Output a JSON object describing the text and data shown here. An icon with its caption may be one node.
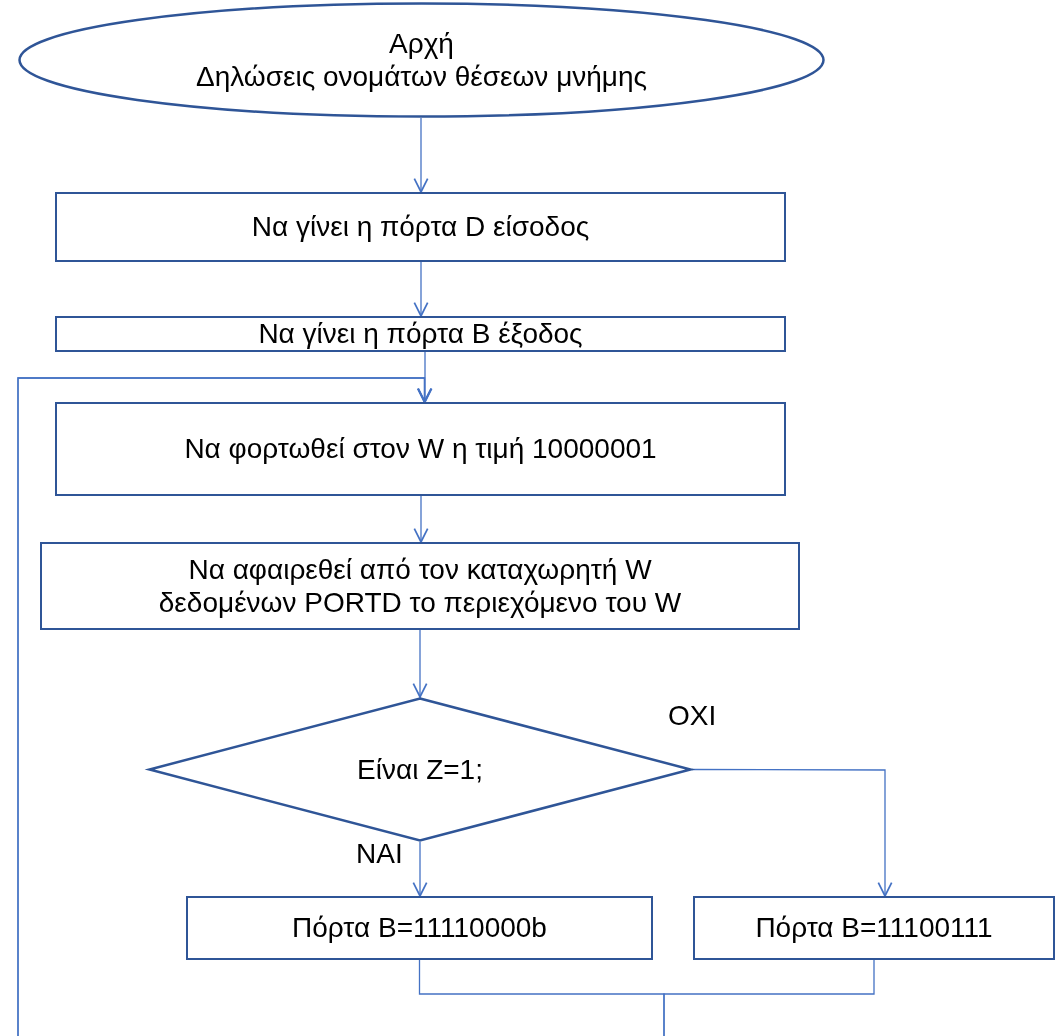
{
  "diagram": {
    "nodes": [
      {
        "text": [
          "Αρχή",
          "Δηλώσεις ονομάτων θέσεων μνήμης"
        ]
      },
      {
        "text": [
          "Να γίνει η πόρτα D είσοδος"
        ]
      },
      {
        "text": [
          "Να γίνει η πόρτα B έξοδος"
        ]
      },
      {
        "text": [
          "Να φορτωθεί στον W η τιμή 10000001"
        ]
      },
      {
        "text": [
          "Να αφαιρεθεί από τον καταχωρητή W δεδομένων PORTD το περιεχόμενο του W"
        ]
      },
      {
        "text": [
          "Είναι Z=1;"
        ]
      },
      {
        "text": [
          "Πόρτα B=11110000b"
        ]
      },
      {
        "text": [
          "Πόρτα B=11100111"
        ]
      }
    ],
    "edges": [
      {
        "from": 0,
        "to": 1,
        "arrow": "to"
      },
      {
        "from": 1,
        "to": 2,
        "arrow": "to"
      },
      {
        "from": 2,
        "to": 3,
        "arrow": "to"
      },
      {
        "from": 3,
        "to": 4,
        "arrow": "to"
      },
      {
        "from": 4,
        "to": 5,
        "arrow": "to"
      },
      {
        "from": 5,
        "to": 6,
        "arrow": "to",
        "label": "ΝΑΙ"
      },
      {
        "from": 5,
        "to": 7,
        "arrow": "to",
        "label": "ΟΧΙ"
      },
      {
        "from": 6,
        "to": 3,
        "arrow": "to"
      },
      {
        "from": 7,
        "to": 3,
        "arrow": "to"
      }
    ]
  }
}
